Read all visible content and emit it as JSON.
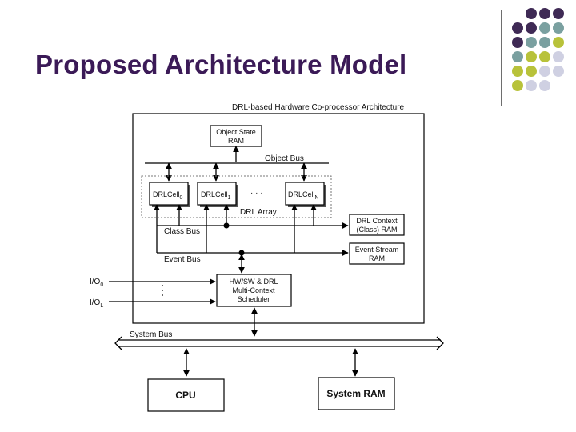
{
  "slide": {
    "title": "Proposed Architecture Model"
  },
  "decor": {
    "colors": {
      "purple": "#3f2a55",
      "teal": "#7aa0a0",
      "olive": "#b8c23a",
      "lavender": "#cfd0e2",
      "rule": "#6e6e6e",
      "title": "#3b1a57"
    }
  },
  "diagram": {
    "header": "DRL-based Hardware Co-processor Architecture",
    "object_state_ram": [
      "Object State",
      "RAM"
    ],
    "object_bus": "Object Bus",
    "cells": {
      "cell0": {
        "name": "DRLCell",
        "sub": "0"
      },
      "cell1": {
        "name": "DRLCell",
        "sub": "1"
      },
      "ellipsis": "· · ·",
      "cellN": {
        "name": "DRLCell",
        "sub": "N"
      }
    },
    "drl_array": "DRL Array",
    "drl_context_ram": [
      "DRL Context",
      "(Class) RAM"
    ],
    "class_bus": "Class Bus",
    "event_stream_ram": [
      "Event Stream",
      "RAM"
    ],
    "event_bus": "Event Bus",
    "io0": {
      "name": "I/O",
      "sub": "0"
    },
    "ioL": {
      "name": "I/O",
      "sub": "L"
    },
    "scheduler": [
      "HW/SW & DRL",
      "Multi-Context",
      "Scheduler"
    ],
    "system_bus": "System Bus",
    "cpu": "CPU",
    "system_ram": "System RAM"
  }
}
